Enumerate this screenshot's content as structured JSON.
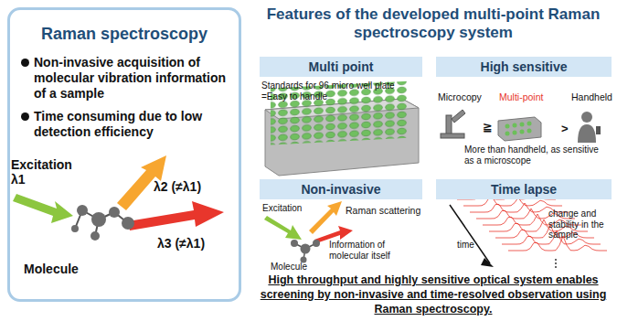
{
  "diagram": {
    "title": "Features of the developed multi-point Raman spectroscopy system",
    "caption": "High throughput and highly sensitive optical system enables screening by non-invasive and time-resolved observation using Raman spectroscopy.",
    "nodes": [
      {
        "text": [
          "Raman spectroscopy",
          "Non-invasive acquisition of molecular vibration information of a sample",
          "Time consuming due to low detection efficiency"
        ]
      },
      {
        "text": [
          "Multi point"
        ]
      },
      {
        "text": [
          "High sensitive"
        ]
      },
      {
        "text": [
          "Non-invasive"
        ]
      },
      {
        "text": [
          "Time lapse"
        ]
      }
    ],
    "edges": [],
    "labels": [
      "Excitation λ1",
      "λ2 (≠λ1)",
      "λ3 (≠λ1)",
      "Molecule",
      "Standards for 96 micro well plate =Easy to handle",
      "Microcopy",
      "≧",
      "Multi-point",
      ">",
      "Handheld",
      "More than handheld, as sensitive as a microscope",
      "Excitation",
      "Raman scattering",
      "Molecule",
      "Information of molecular itself",
      "time",
      "change and stability in the sample"
    ]
  }
}
